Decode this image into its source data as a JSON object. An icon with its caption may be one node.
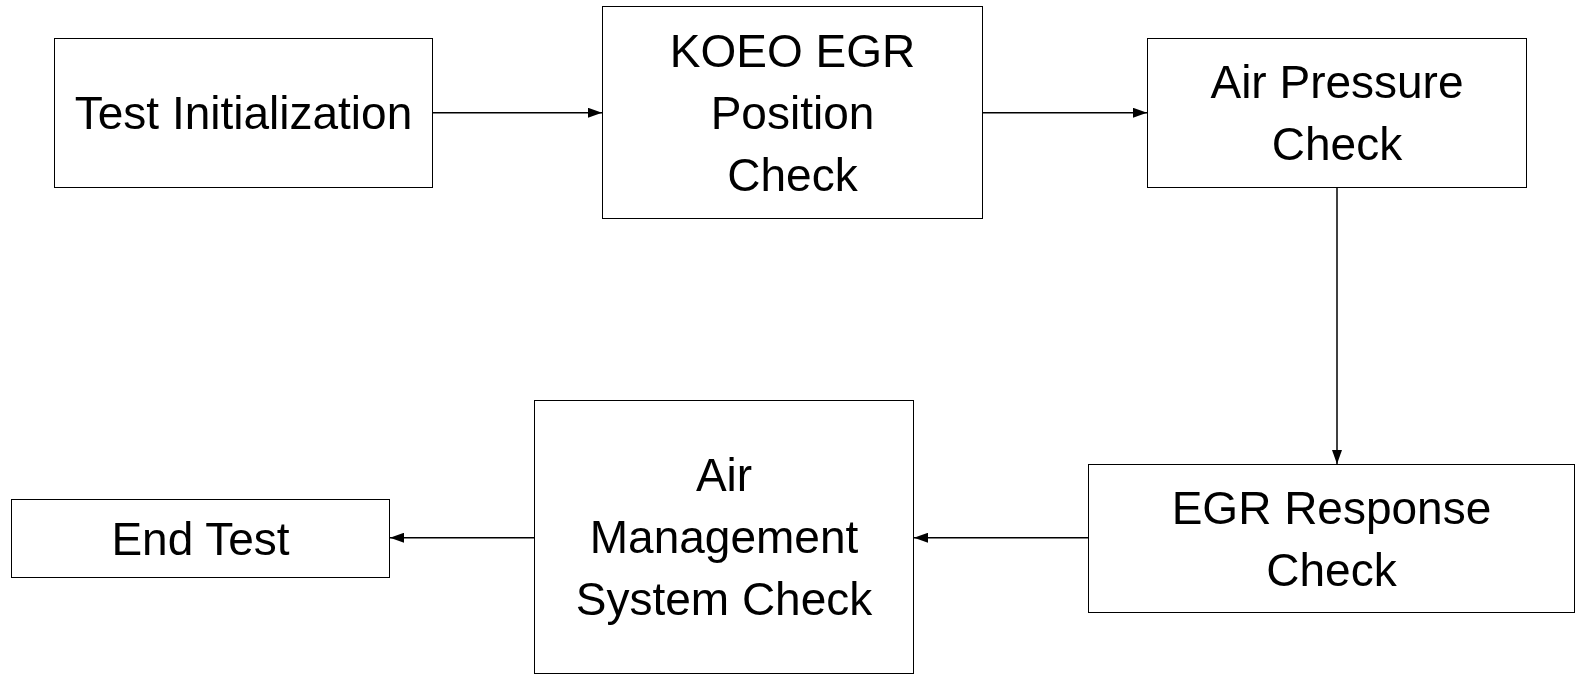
{
  "diagram": {
    "nodes": [
      {
        "text": [
          "Test Initialization"
        ]
      },
      {
        "text": [
          "KOEO EGR Position Check"
        ]
      },
      {
        "text": [
          "Air Pressure Check"
        ]
      },
      {
        "text": [
          "EGR Response Check"
        ]
      },
      {
        "text": [
          "Air Management System Check"
        ]
      },
      {
        "text": [
          "End Test"
        ]
      }
    ],
    "edges": [
      {
        "from": 0,
        "to": 1,
        "arrow": "to"
      },
      {
        "from": 1,
        "to": 2,
        "arrow": "to"
      },
      {
        "from": 2,
        "to": 3,
        "arrow": "to"
      },
      {
        "from": 3,
        "to": 4,
        "arrow": "to"
      },
      {
        "from": 4,
        "to": 5,
        "arrow": "to"
      }
    ]
  }
}
